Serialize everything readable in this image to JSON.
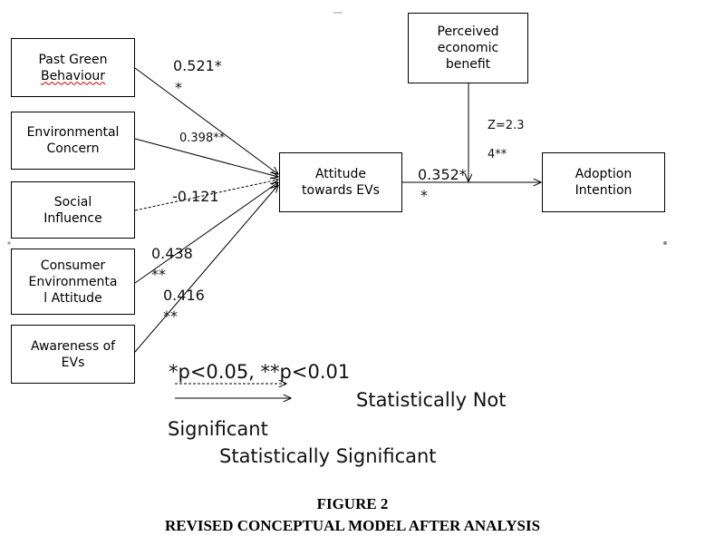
{
  "boxes": {
    "past_green": {
      "line1": "Past Green",
      "line2": "Behaviour"
    },
    "env_concern": {
      "line1": "Environmental",
      "line2": "Concern"
    },
    "social": {
      "line1": "Social",
      "line2": "Influence"
    },
    "consumer": {
      "line1": "Consumer",
      "line2": "Environmenta",
      "line3": "l Attitude"
    },
    "awareness": {
      "line1": "Awareness of",
      "line2": "EVs"
    },
    "attitude": {
      "line1": "Attitude",
      "line2": "towards EVs"
    },
    "perceived": {
      "line1": "Perceived",
      "line2": "economic",
      "line3": "benefit"
    },
    "adoption": {
      "line1": "Adoption",
      "line2": "Intention"
    }
  },
  "coefficients": {
    "past_green": {
      "value": "0.521*",
      "stars": "*"
    },
    "env_concern": {
      "value": "0.398**"
    },
    "social": {
      "value": "-0.121"
    },
    "consumer": {
      "value": "0.438",
      "stars": "**"
    },
    "awareness": {
      "value": "0.416",
      "stars": "**"
    },
    "attitude_to_adoption": {
      "value": "0.352*",
      "stars": "*"
    },
    "moderation": {
      "z": "Z=2.3",
      "z2": "4**"
    }
  },
  "legend": {
    "significance": "*p<0.05, **p<0.01",
    "not_significant_1": "Statistically Not",
    "not_significant_2": "Significant",
    "significant": "Statistically Significant"
  },
  "caption": {
    "figure": "FIGURE 2",
    "title": "REVISED CONCEPTUAL MODEL AFTER ANALYSIS"
  }
}
